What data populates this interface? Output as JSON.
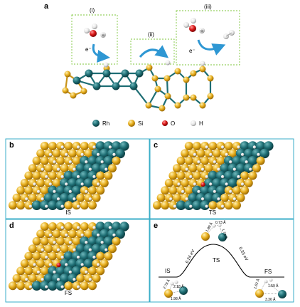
{
  "panel_a": {
    "label": "a",
    "steps": [
      {
        "roman": "(i)",
        "electron": "e⁻"
      },
      {
        "roman": "(ii)",
        "electron": ""
      },
      {
        "roman": "(iii)",
        "electron": "e⁻"
      }
    ]
  },
  "legend": [
    {
      "symbol": "Rh",
      "color": "#1e6e74"
    },
    {
      "symbol": "Si",
      "color": "#e6ad1c"
    },
    {
      "symbol": "O",
      "color": "#d81515"
    },
    {
      "symbol": "H",
      "color": "#e6e6e6"
    }
  ],
  "panels": {
    "b": {
      "label": "b",
      "caption": "IS"
    },
    "c": {
      "label": "c",
      "caption": "TS"
    },
    "d": {
      "label": "d",
      "caption": "FS"
    }
  },
  "panel_e": {
    "label": "e",
    "is_label": "IS",
    "ts_label": "TS",
    "fs_label": "FS",
    "barrier_forward": "0.24 eV",
    "barrier_reverse": "0.33 eV",
    "ts_distances": [
      "1.89 Å",
      "0.73 Å",
      "1.79 Å"
    ],
    "is_distances": [
      "2.79 Å",
      "2.18 Å",
      "1.98 Å"
    ],
    "fs_distances": [
      "1.62 Å",
      "1.59 Å",
      "3.36 Å"
    ]
  },
  "colors": {
    "rh": "#1e6e74",
    "si": "#e6ad1c",
    "o": "#d81515",
    "h": "#e6e6e6",
    "arrow": "#2e97d3",
    "dash_box": "#7cc63a",
    "panel_border": "#3aaec8"
  }
}
